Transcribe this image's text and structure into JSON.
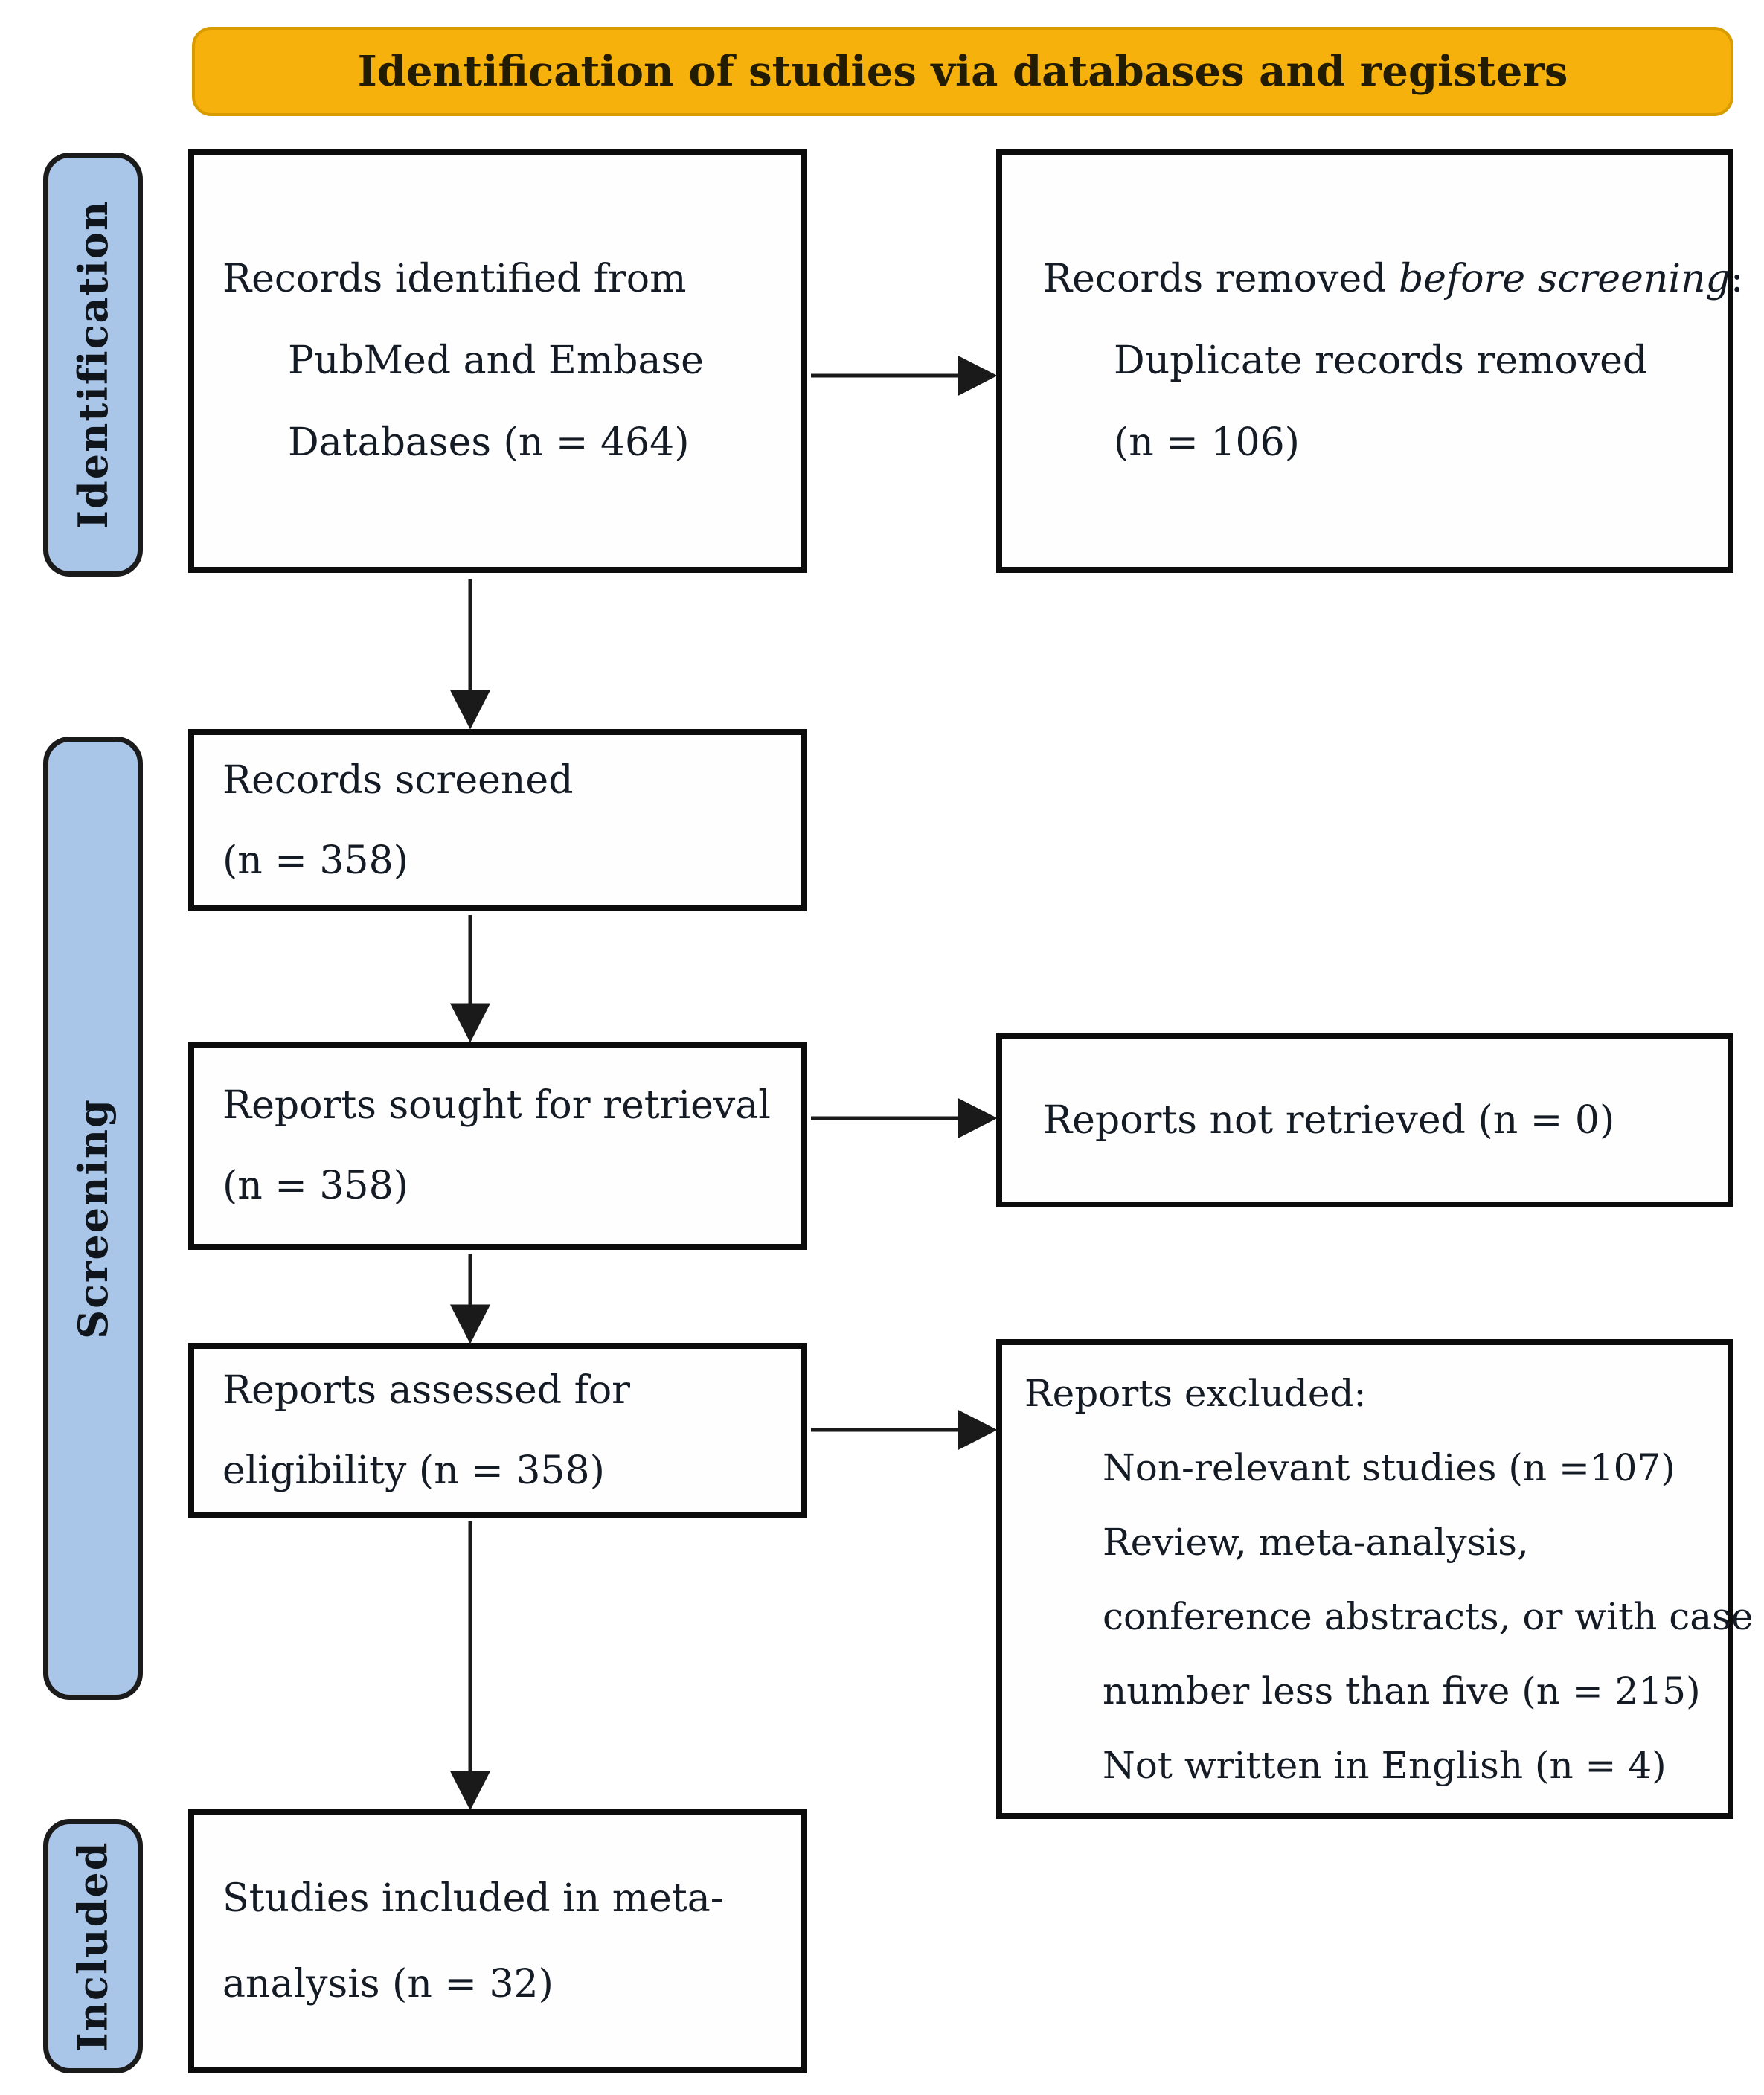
{
  "banner": {
    "title": "Identification of studies via databases and registers"
  },
  "stages": [
    {
      "label": "Identification"
    },
    {
      "label": "Screening"
    },
    {
      "label": "Included"
    }
  ],
  "boxes": {
    "records_identified": {
      "line1": "Records identified from",
      "line2": "PubMed and Embase",
      "line3": "Databases (n = 464)"
    },
    "records_removed": {
      "line1_prefix": "Records removed ",
      "line1_italic": "before screening",
      "line1_suffix": ":",
      "line2": "Duplicate records removed",
      "line3": "(n = 106)"
    },
    "records_screened": {
      "line1": "Records screened",
      "line2": "(n = 358)"
    },
    "reports_sought": {
      "line1": "Reports sought for retrieval",
      "line2": "(n = 358)"
    },
    "reports_not_retrieved": {
      "line1": "Reports not retrieved (n = 0)"
    },
    "reports_assessed": {
      "line1": "Reports assessed for",
      "line2": "eligibility (n = 358)"
    },
    "reports_excluded": {
      "header": "Reports excluded:",
      "items": [
        "Non-relevant studies (n =107)",
        "Review, meta-analysis,",
        "conference abstracts, or with case",
        "number less than five (n = 215)",
        "Not written in English (n = 4)"
      ]
    },
    "studies_included": {
      "line1": "Studies included in meta-",
      "line2": "analysis (n = 32)"
    }
  },
  "colors": {
    "banner_fill": "#F7B10D",
    "banner_border": "#D89C00",
    "banner_text": "#221C03",
    "stage_pill_fill": "#A9C6E9",
    "stage_pill_border": "#1B1B1B",
    "box_border": "#0C0C0C",
    "box_fill": "#FEFEFE",
    "text": "#141B24",
    "arrow": "#1A1A1A"
  }
}
